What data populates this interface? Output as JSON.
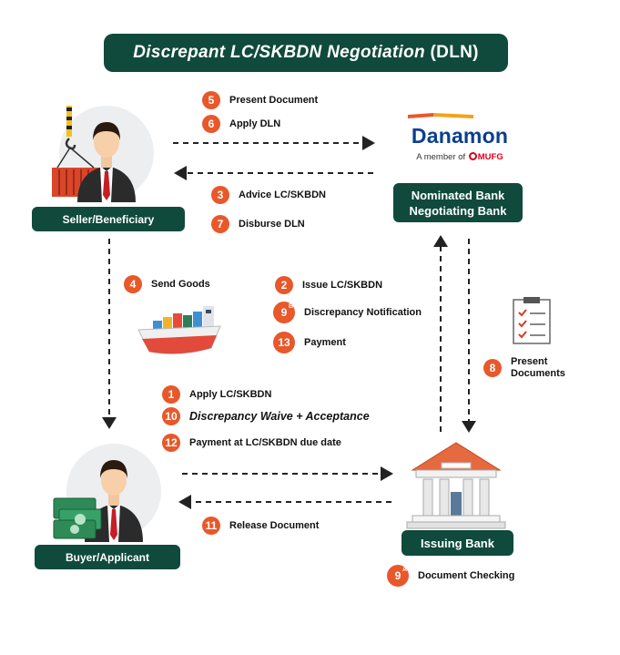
{
  "title": {
    "italic": "Discrepant LC/SKBDN Negotiation",
    "plain": "(DLN)"
  },
  "actors": {
    "seller": "Seller/Beneficiary",
    "buyer": "Buyer/Applicant",
    "nominated_line1": "Nominated Bank",
    "nominated_line2": "Negotiating Bank",
    "issuing": "Issuing Bank"
  },
  "logo": {
    "name": "Danamon",
    "member_prefix": "A member of",
    "member_group": "MUFG"
  },
  "steps": {
    "s5": {
      "num": "5",
      "label": "Present Document"
    },
    "s6": {
      "num": "6",
      "label": "Apply DLN"
    },
    "s3": {
      "num": "3",
      "label": "Advice LC/SKBDN"
    },
    "s7": {
      "num": "7",
      "label": "Disburse DLN"
    },
    "s4": {
      "num": "4",
      "label": "Send Goods"
    },
    "s2": {
      "num": "2",
      "label": "Issue LC/SKBDN"
    },
    "s9b": {
      "num": "9",
      "sup": "B",
      "label": "Discrepancy Notification"
    },
    "s13": {
      "num": "13",
      "label": "Payment"
    },
    "s8": {
      "num": "8",
      "label_line1": "Present",
      "label_line2": "Documents"
    },
    "s1": {
      "num": "1",
      "label": "Apply LC/SKBDN"
    },
    "s10": {
      "num": "10",
      "label": "Discrepancy Waive + Acceptance"
    },
    "s12": {
      "num": "12",
      "label": "Payment at LC/SKBDN due date"
    },
    "s11": {
      "num": "11",
      "label": "Release Document"
    },
    "s9a": {
      "num": "9",
      "sup": "A",
      "label": "Document Checking"
    }
  },
  "colors": {
    "dark_green": "#0f4a3c",
    "orange": "#e8582a",
    "danamon_blue": "#0b3f8f",
    "mufg_red": "#d6001c"
  },
  "icons": [
    "seller-person-icon",
    "container-icon",
    "crane-hook-icon",
    "buyer-person-icon",
    "money-stack-icon",
    "cargo-ship-icon",
    "checklist-document-icon",
    "bank-building-icon"
  ]
}
